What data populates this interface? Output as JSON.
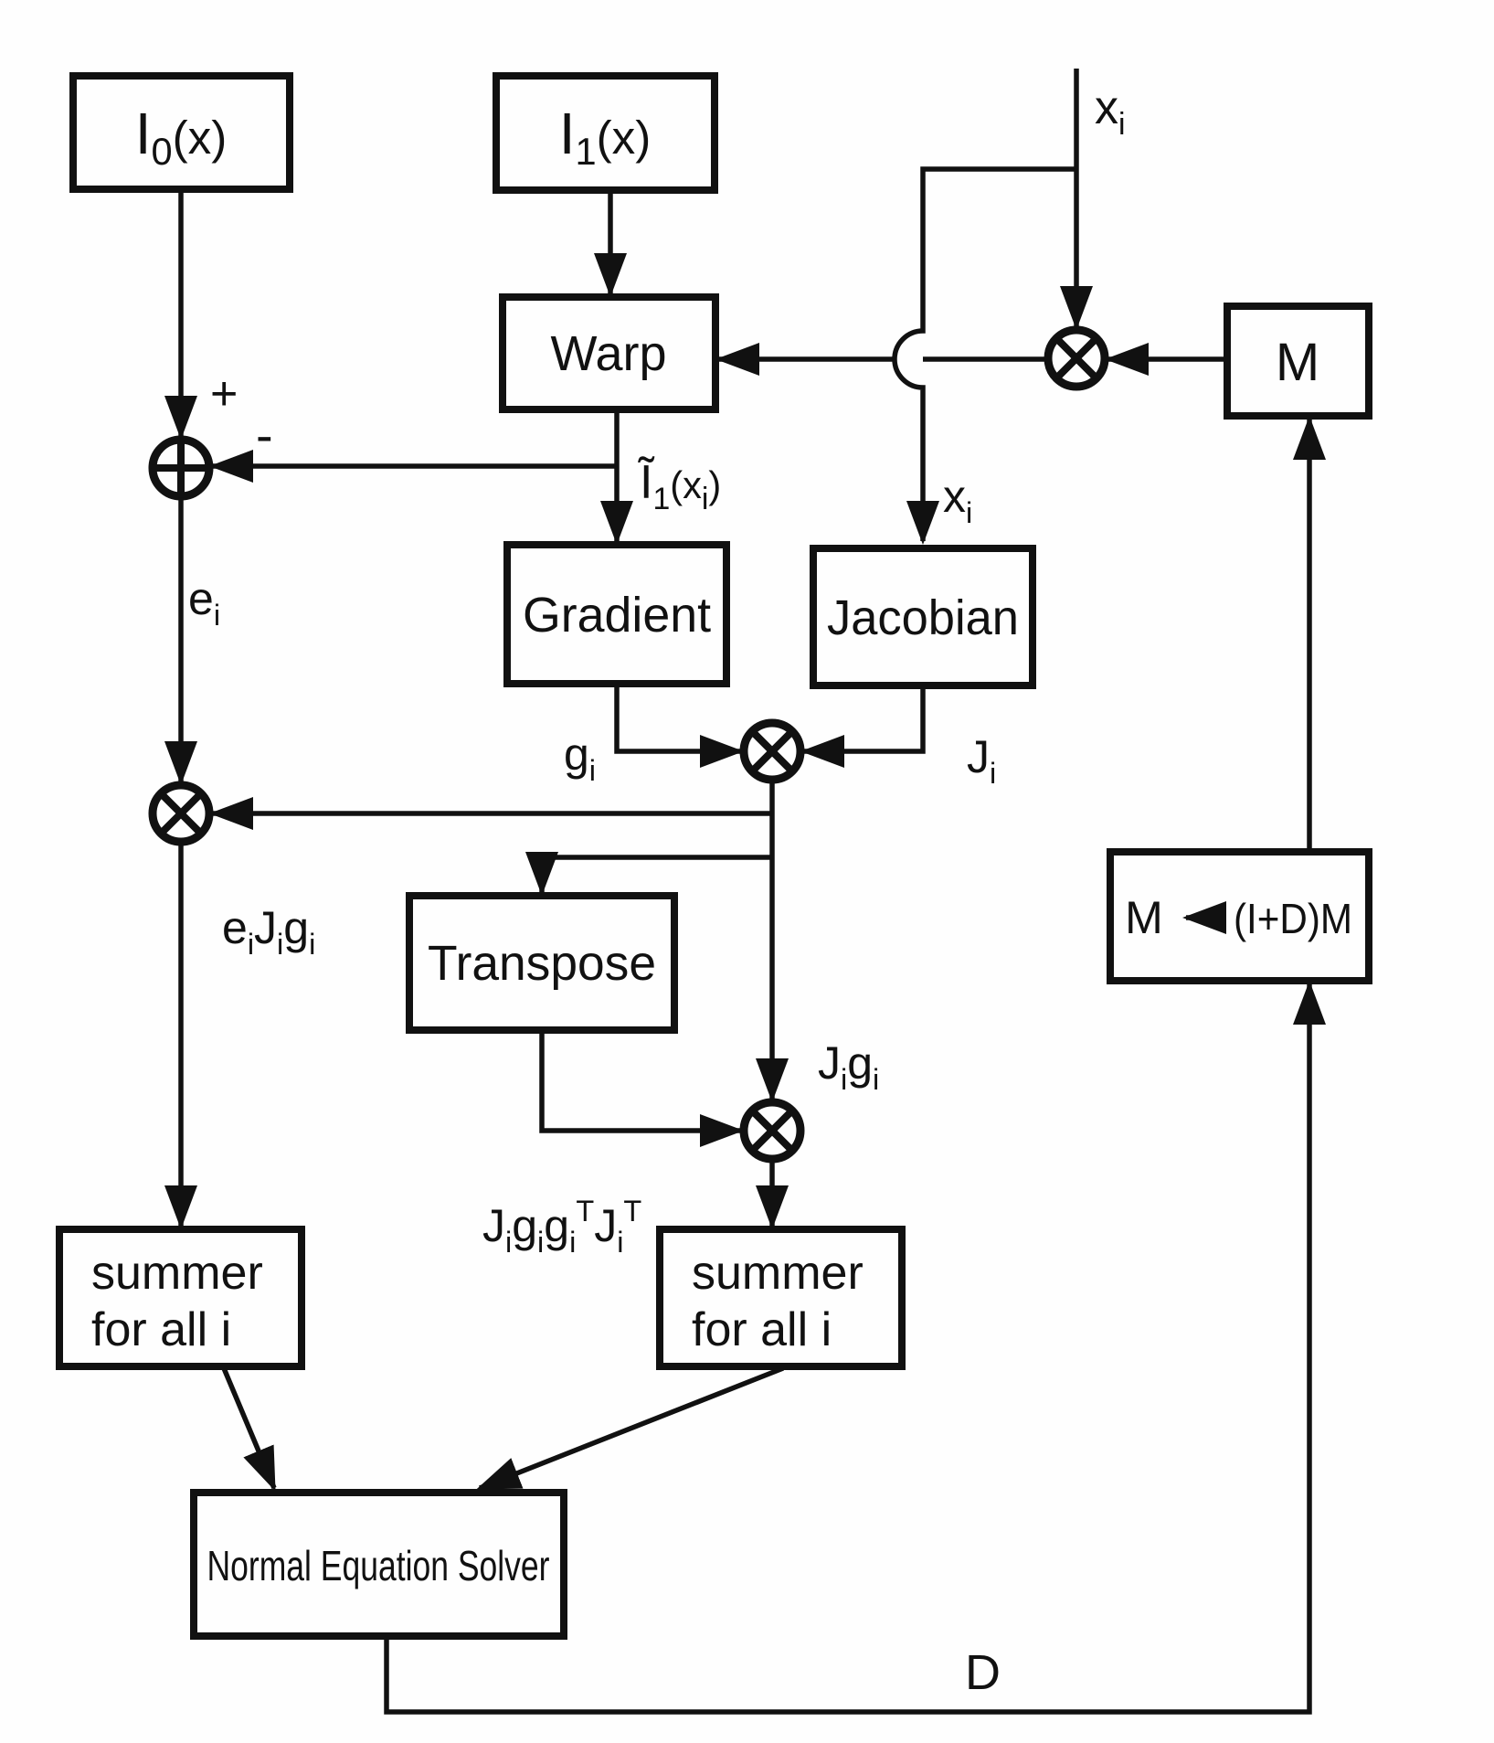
{
  "diagram_type": "block-diagram",
  "nodes": {
    "i0": {
      "segments": [
        {
          "t": "I"
        },
        {
          "t": "0",
          "s": "sub"
        },
        {
          "t": "(x)",
          "s": "small"
        }
      ]
    },
    "i1": {
      "segments": [
        {
          "t": "I"
        },
        {
          "t": "1",
          "s": "sub"
        },
        {
          "t": "(x)",
          "s": "small"
        }
      ]
    },
    "warp": {
      "label": "Warp"
    },
    "m": {
      "label": "M"
    },
    "gradient": {
      "label": "Gradient"
    },
    "jacobian": {
      "label": "Jacobian"
    },
    "transpose": {
      "label": "Transpose"
    },
    "summer_left": {
      "line1": "summer",
      "line2": "for all i"
    },
    "summer_right": {
      "line1": "summer",
      "line2": "for all i"
    },
    "solver": {
      "label": "Normal Equation Solver"
    },
    "update": {
      "lhs": "M",
      "rhs": "(I+D)M"
    }
  },
  "labels": {
    "xi_top": {
      "segments": [
        {
          "t": "x"
        },
        {
          "t": "i",
          "s": "sub"
        }
      ]
    },
    "xi_jacobian": {
      "segments": [
        {
          "t": "x"
        },
        {
          "t": "i",
          "s": "sub"
        }
      ]
    },
    "plus": "+",
    "minus": "-",
    "ei": {
      "segments": [
        {
          "t": "e"
        },
        {
          "t": "i",
          "s": "sub"
        }
      ]
    },
    "warped": {
      "segments": [
        {
          "t": "Ĩ"
        },
        {
          "t": "1",
          "s": "sub"
        },
        {
          "t": "(x",
          "s": "small"
        },
        {
          "t": "i",
          "s": "sub"
        },
        {
          "t": ")",
          "s": "small"
        }
      ]
    },
    "gi": {
      "segments": [
        {
          "t": "g"
        },
        {
          "t": "i",
          "s": "sub"
        }
      ]
    },
    "ji": {
      "segments": [
        {
          "t": "J"
        },
        {
          "t": "i",
          "s": "sub"
        }
      ]
    },
    "ei_ji_gi": {
      "segments": [
        {
          "t": "e"
        },
        {
          "t": "i",
          "s": "sub"
        },
        {
          "t": "J"
        },
        {
          "t": "i",
          "s": "sub"
        },
        {
          "t": "g"
        },
        {
          "t": "i",
          "s": "sub"
        }
      ]
    },
    "ji_gi": {
      "segments": [
        {
          "t": "J"
        },
        {
          "t": "i",
          "s": "sub"
        },
        {
          "t": "g"
        },
        {
          "t": "i",
          "s": "sub"
        }
      ]
    },
    "outer_product": {
      "segments": [
        {
          "t": "J"
        },
        {
          "t": "i",
          "s": "sub"
        },
        {
          "t": "g"
        },
        {
          "t": "i",
          "s": "sub"
        },
        {
          "t": "g"
        },
        {
          "t": "i",
          "s": "sub"
        },
        {
          "t": "T",
          "s": "sup"
        },
        {
          "t": "J"
        },
        {
          "t": "i",
          "s": "sub"
        },
        {
          "t": "T",
          "s": "sup"
        }
      ]
    },
    "d": "D"
  },
  "colors": {
    "ink": "#111111",
    "paper": "#fefefe"
  }
}
